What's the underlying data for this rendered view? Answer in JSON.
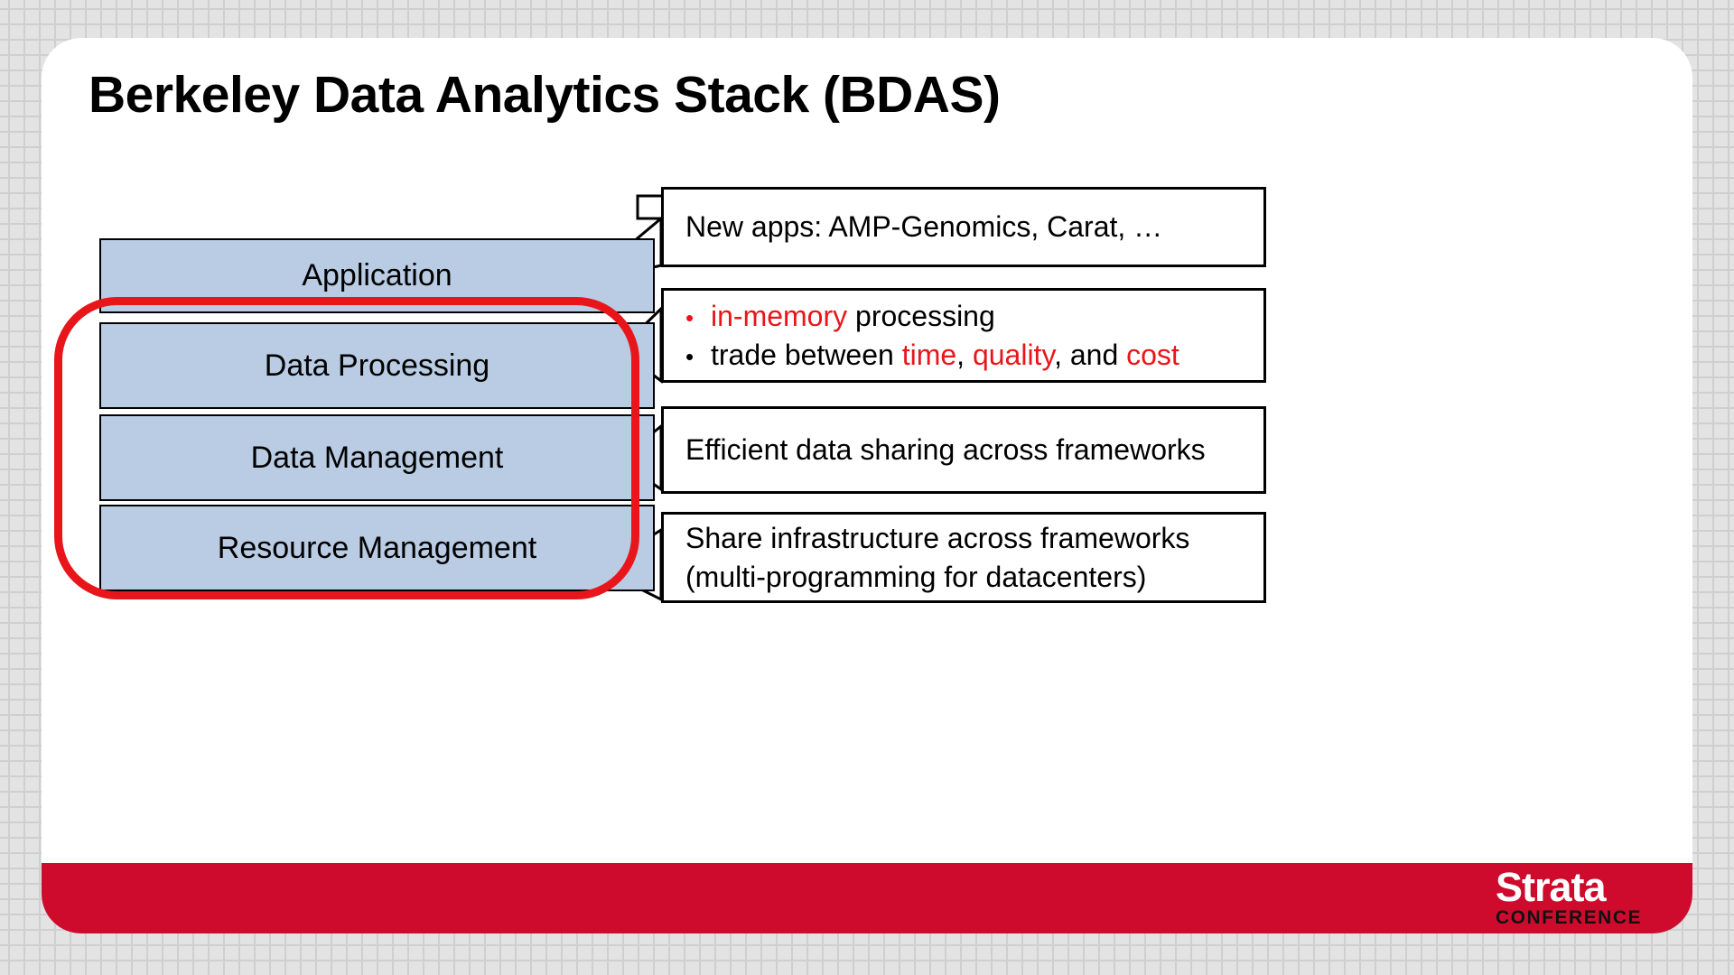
{
  "slide": {
    "title": "Berkeley Data Analytics Stack (BDAS)",
    "accent_red": "#e8161a",
    "brand_crimson": "#ce0b2d",
    "layer_fill": "#b9cce3"
  },
  "stack": {
    "layers": [
      {
        "id": "application",
        "label": "Application"
      },
      {
        "id": "data-processing",
        "label": "Data Processing"
      },
      {
        "id": "data-management",
        "label": "Data Management"
      },
      {
        "id": "resource-management",
        "label": "Resource Management"
      }
    ],
    "highlight": {
      "covers": [
        "Data Processing",
        "Data Management",
        "Resource Management"
      ],
      "color": "#e8161a"
    }
  },
  "callouts": [
    {
      "id": "apps",
      "points_to": "Application",
      "lines": [
        {
          "text": "New apps: AMP-Genomics, Carat, …"
        }
      ]
    },
    {
      "id": "processing",
      "points_to": "Data Processing",
      "lines": [
        {
          "bullet": "•",
          "bullet_color": "#e8161a",
          "segments": [
            {
              "text": "in-memory",
              "color": "#e8161a"
            },
            {
              "text": " processing",
              "color": "#000000"
            }
          ]
        },
        {
          "bullet": "•",
          "bullet_color": "#000000",
          "segments": [
            {
              "text": "trade between ",
              "color": "#000000"
            },
            {
              "text": "time",
              "color": "#e8161a"
            },
            {
              "text": ", ",
              "color": "#000000"
            },
            {
              "text": "quality",
              "color": "#e8161a"
            },
            {
              "text": ", and ",
              "color": "#000000"
            },
            {
              "text": "cost",
              "color": "#e8161a"
            }
          ]
        }
      ]
    },
    {
      "id": "sharing",
      "points_to": "Data Management",
      "lines": [
        {
          "text": "Efficient data sharing across frameworks"
        }
      ]
    },
    {
      "id": "resource",
      "points_to": "Resource Management",
      "lines": [
        {
          "text": "Share infrastructure across frameworks"
        },
        {
          "text": "(multi-programming for datacenters)"
        }
      ]
    }
  ],
  "footer": {
    "brand_name": "Strata",
    "brand_subtitle": "CONFERENCE"
  }
}
